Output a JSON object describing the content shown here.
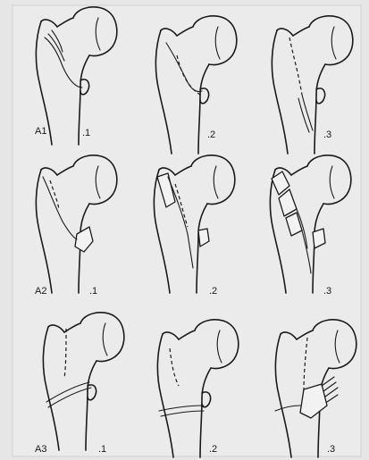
{
  "labels": {
    "row_a1": "A1",
    "row_a2": "A2",
    "row_a3": "A3",
    "sub1": ".1",
    "sub2": ".2",
    "sub3": ".3"
  },
  "colors": {
    "background": "#e6e6e6",
    "ink": "#1a1a1a"
  }
}
